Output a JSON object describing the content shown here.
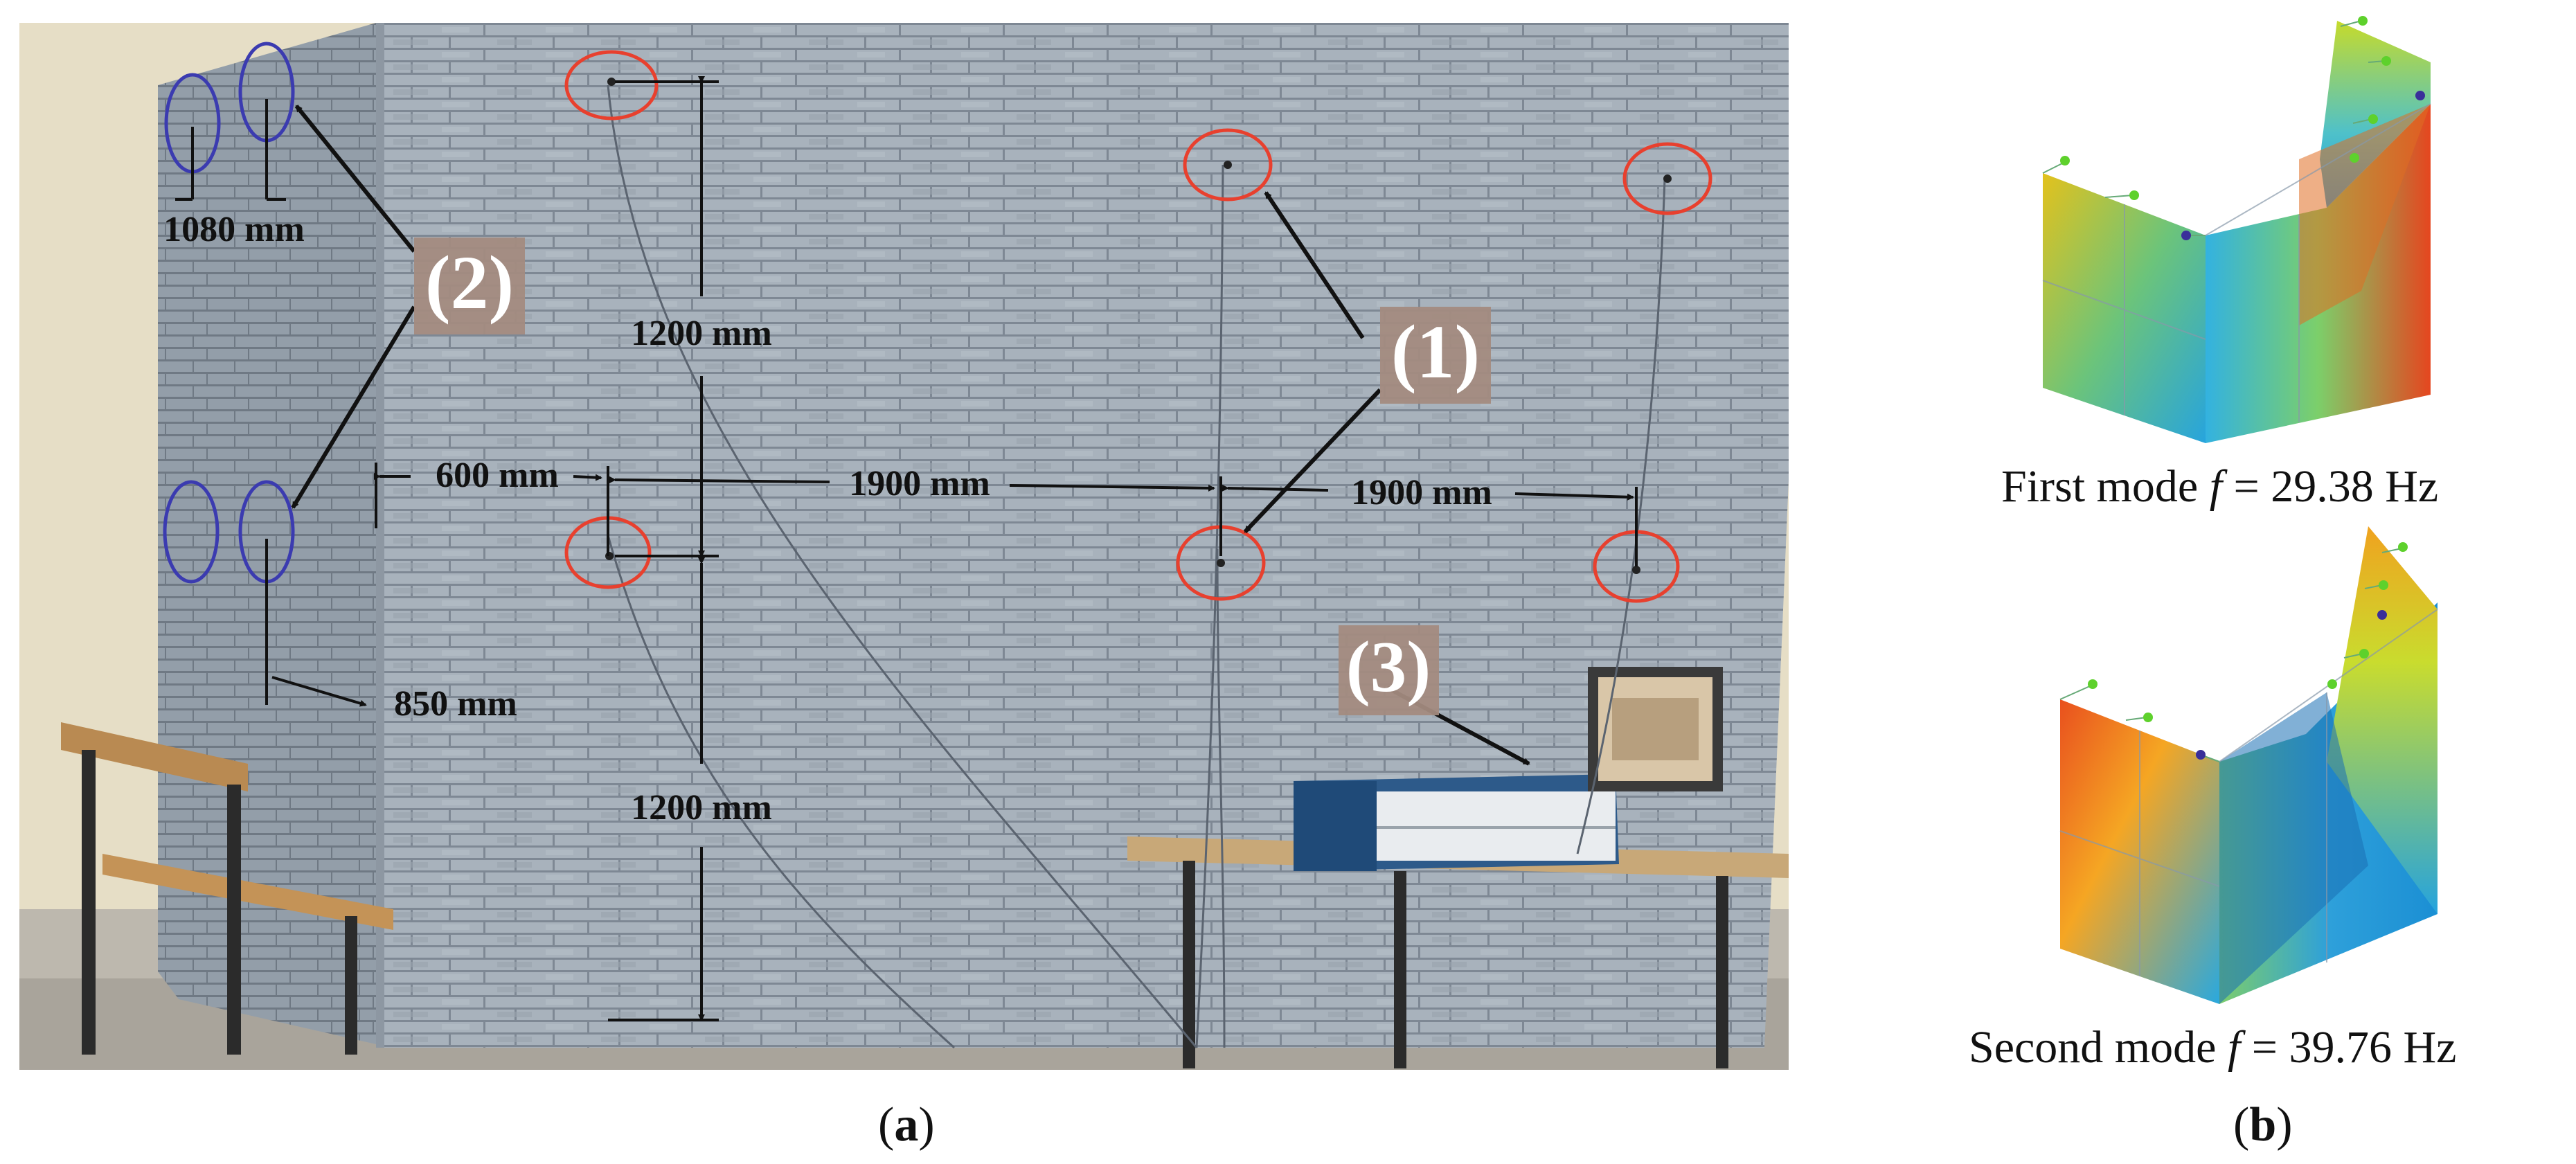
{
  "panel_a": {
    "caption_letter": "a",
    "labels": {
      "sensor_group_1": "(1)",
      "sensor_group_2": "(2)",
      "daq_system": "(3)"
    },
    "dimensions": {
      "d1080": "1080 mm",
      "d1200_top": "1200 mm",
      "d600": "600 mm",
      "d1900_left": "1900 mm",
      "d1900_right": "1900 mm",
      "d850": "850 mm",
      "d1200_bottom": "1200 mm"
    },
    "colors": {
      "wall": "#a6b0ba",
      "mortar": "#7f8995",
      "back_wall": "#e4dcc3",
      "floor": "#bfbab0",
      "red_circle": "#e8402e",
      "blue_circle": "#3b3bb0",
      "label_box": "#a38b80"
    }
  },
  "panel_b": {
    "caption_letter": "b",
    "mode1": {
      "prefix": "First mode ",
      "symbol": "f",
      "value": " = 29.38 Hz"
    },
    "mode2": {
      "prefix": "Second mode ",
      "symbol": "f",
      "value": " = 39.76 Hz"
    }
  }
}
